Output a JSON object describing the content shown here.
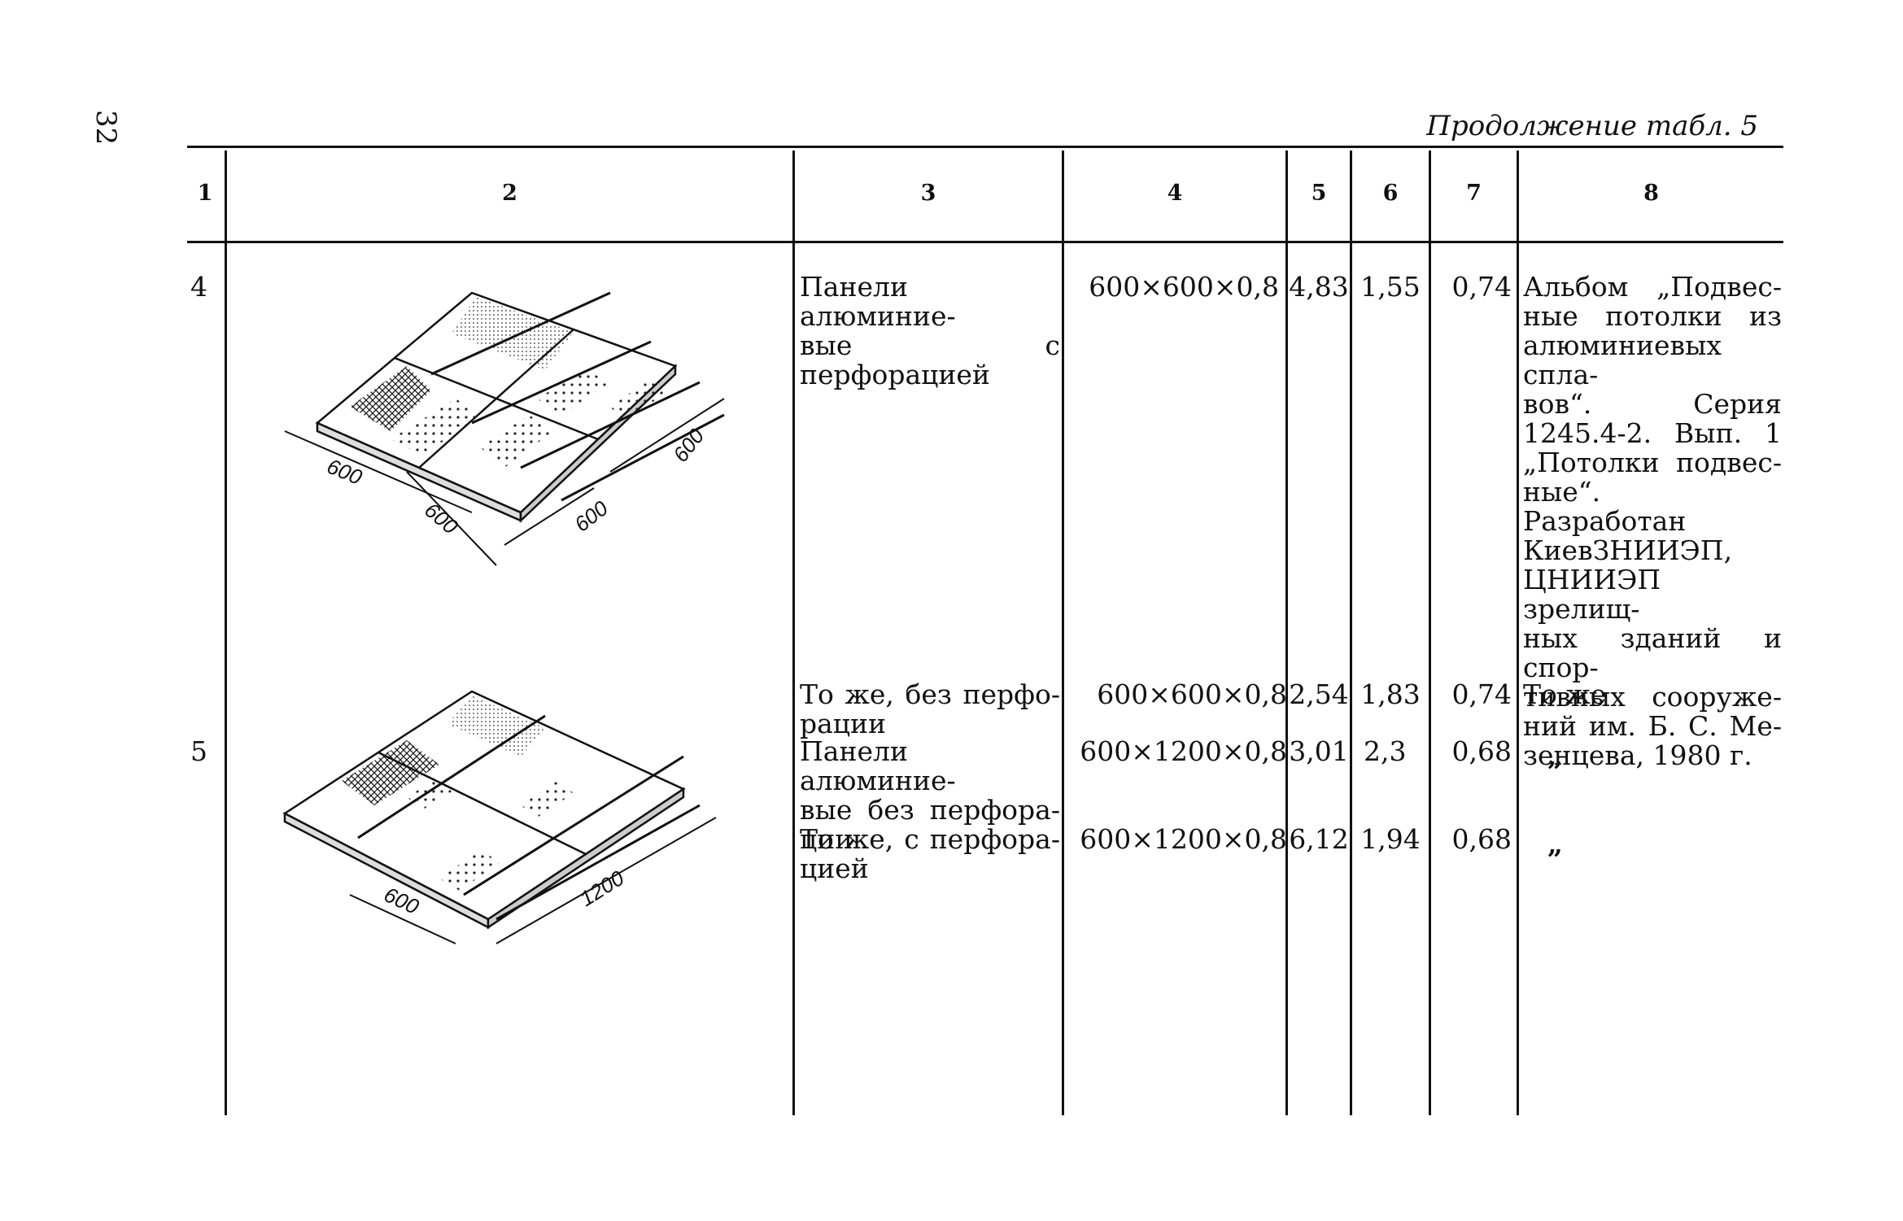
{
  "page": {
    "number": "32",
    "caption": "Продолжение табл. 5"
  },
  "table": {
    "headers": [
      "1",
      "2",
      "3",
      "4",
      "5",
      "6",
      "7",
      "8"
    ],
    "rows": [
      {
        "no": "4",
        "description": [
          "Панели алюминие-",
          "вые с перфорацией"
        ],
        "size": "600×600×0,8",
        "c5": "4,83",
        "c6": "1,55",
        "c7": "0,74",
        "ref": [
          "Альбом „Подвес-",
          "ные потолки из",
          "алюминиевых спла-",
          "вов“. Серия",
          "1245.4-2. Вып. 1",
          "„Потолки подвес-",
          "ные“.",
          "Разработан",
          "КиевЗНИИЭП,",
          "ЦНИИЭП зрелищ-",
          "ных зданий и спор-",
          "тивных сооруже-",
          "ний им. Б. С. Ме-",
          "зенцева, 1980 г."
        ]
      },
      {
        "no": "",
        "description": [
          "То же, без перфо-",
          "рации"
        ],
        "size": "600×600×0,8",
        "c5": "2,54",
        "c6": "1,83",
        "c7": "0,74",
        "ref": [
          "То же"
        ]
      },
      {
        "no": "5",
        "description": [
          "Панели алюминие-",
          "вые без перфора-",
          "ции"
        ],
        "size": "600×1200×0,8",
        "c5": "3,01",
        "c6": "2,3",
        "c7": "0,68",
        "ref": [
          "„"
        ]
      },
      {
        "no": "",
        "description": [
          "То же, с перфора-",
          "цией"
        ],
        "size": "600×1200×0,8",
        "c5": "6,12",
        "c6": "1,94",
        "c7": "0,68",
        "ref": [
          "„"
        ]
      }
    ]
  },
  "drawings": {
    "top_dims": [
      "600",
      "600",
      "600",
      "600"
    ],
    "bottom_dims": [
      "600",
      "1200"
    ]
  }
}
